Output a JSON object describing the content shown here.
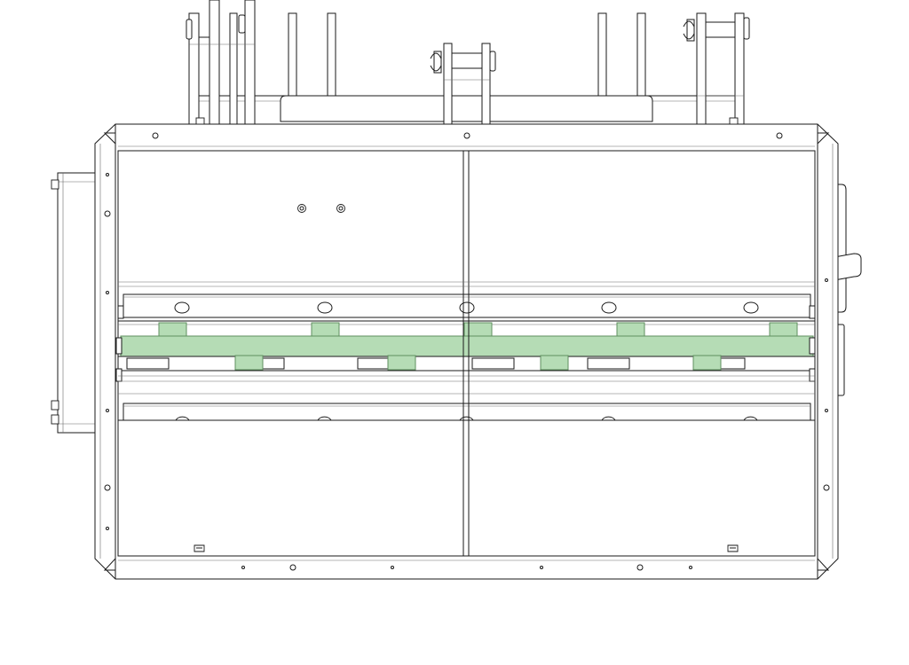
{
  "drawing": {
    "view": "top",
    "colors": {
      "line": "#1a1a1a",
      "thin_line": "#6a6a6a",
      "background": "#ffffff",
      "highlight_fill": "#b5dcb5",
      "highlight_stroke": "#5f8f5f"
    },
    "highlighted_parts": [
      "blade-bar",
      "blade-clamps",
      "lower-clamps"
    ]
  }
}
